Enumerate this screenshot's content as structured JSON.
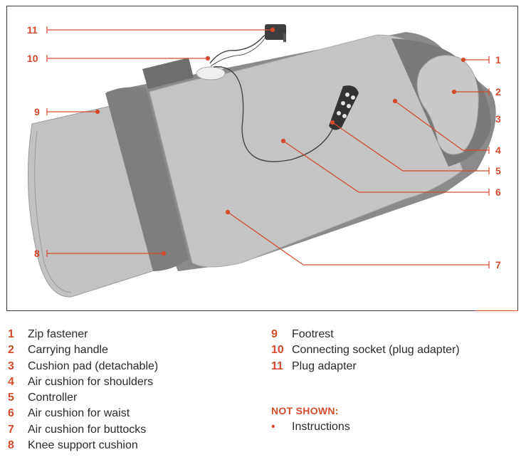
{
  "callouts": [
    {
      "num": "1"
    },
    {
      "num": "2"
    },
    {
      "num": "3"
    },
    {
      "num": "4"
    },
    {
      "num": "5"
    },
    {
      "num": "6"
    },
    {
      "num": "7"
    },
    {
      "num": "8"
    },
    {
      "num": "9"
    },
    {
      "num": "10"
    },
    {
      "num": "11"
    }
  ],
  "legend_left": [
    {
      "num": "1",
      "label": "Zip fastener"
    },
    {
      "num": "2",
      "label": "Carrying handle"
    },
    {
      "num": "3",
      "label": "Cushion pad (detachable)"
    },
    {
      "num": "4",
      "label": "Air cushion for shoulders"
    },
    {
      "num": "5",
      "label": "Controller"
    },
    {
      "num": "6",
      "label": "Air cushion for waist"
    },
    {
      "num": "7",
      "label": "Air cushion for buttocks"
    },
    {
      "num": "8",
      "label": "Knee support cushion"
    }
  ],
  "legend_right": [
    {
      "num": "9",
      "label": "Footrest"
    },
    {
      "num": "10",
      "label": "Connecting socket (plug adapter)"
    },
    {
      "num": "11",
      "label": "Plug adapter"
    }
  ],
  "not_shown": {
    "heading": "NOT SHOWN:",
    "bullet": "•",
    "items": [
      "Instructions"
    ]
  },
  "colors": {
    "accent": "#d44a2c",
    "mat_light": "#bdbdbd",
    "mat_dark": "#7d7d7d",
    "text": "#2a2a2a"
  }
}
